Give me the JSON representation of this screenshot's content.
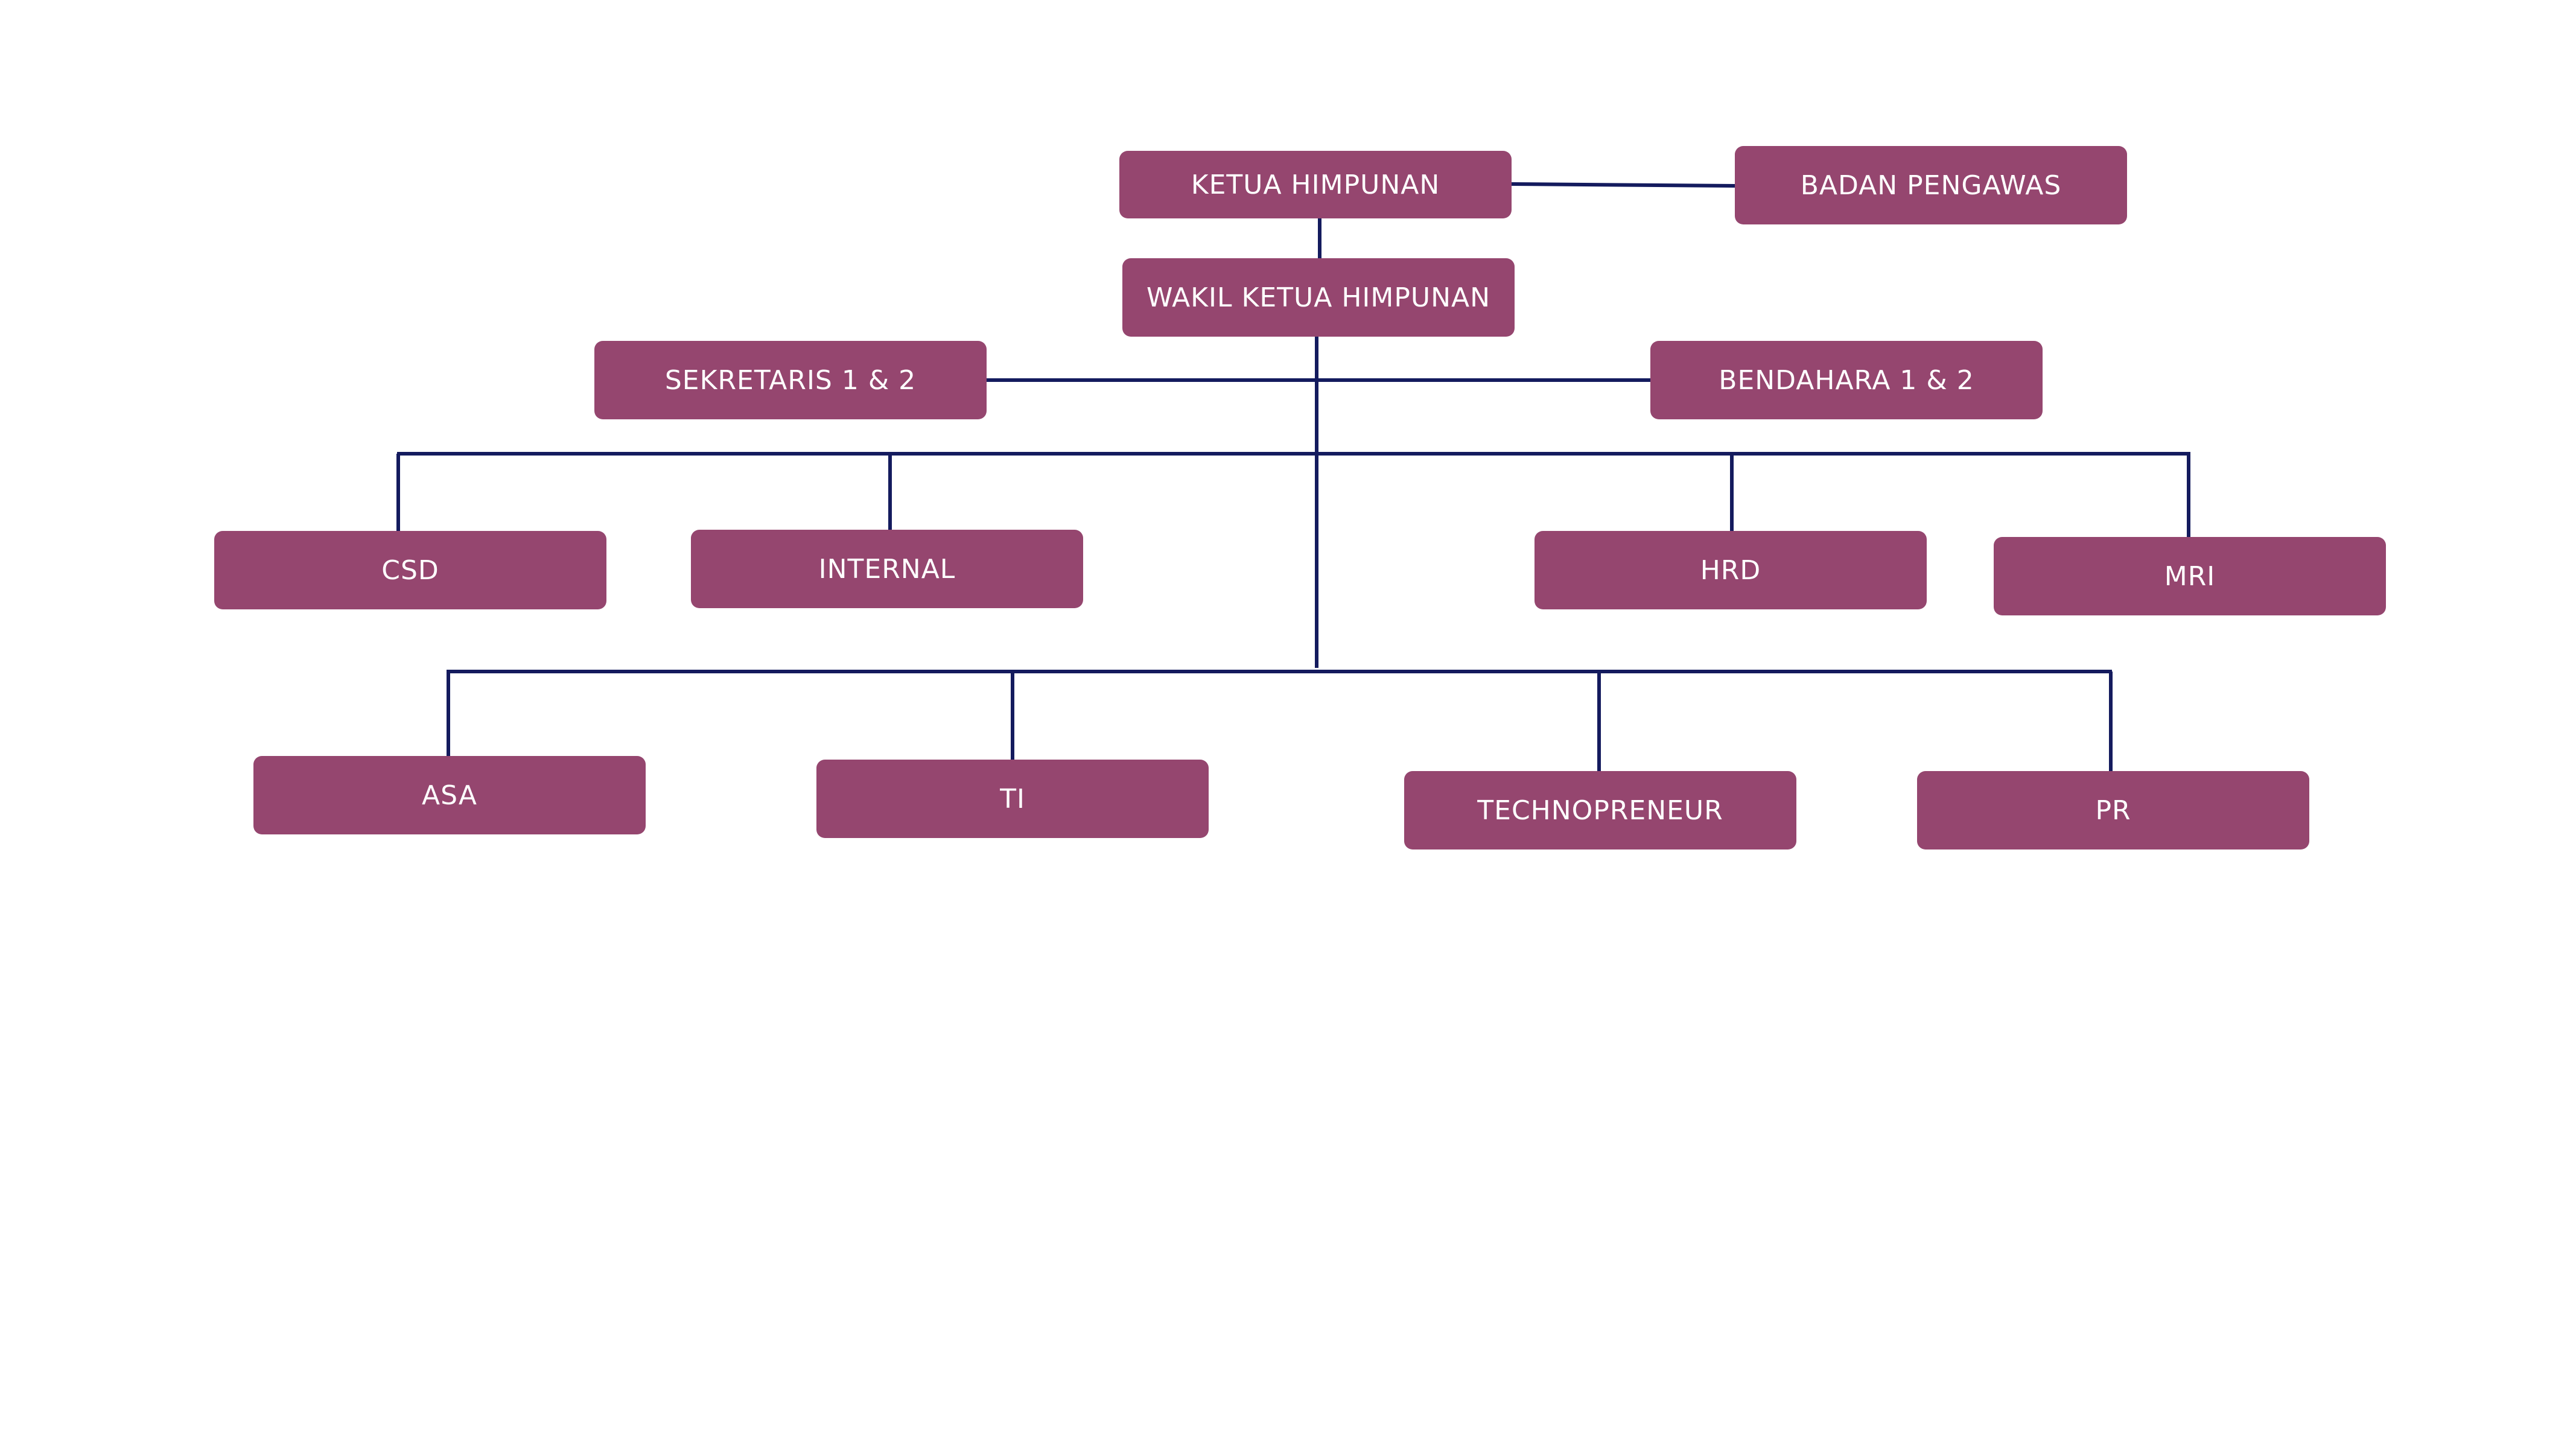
{
  "colors": {
    "box": "#95466f",
    "box_text": "#ffffff",
    "connector": "#141b5e",
    "background": "#ffffff"
  },
  "nodes": {
    "ketua": "KETUA HIMPUNAN",
    "badan_pengawas": "BADAN PENGAWAS",
    "wakil": "WAKIL KETUA HIMPUNAN",
    "sekretaris": "SEKRETARIS 1 & 2",
    "bendahara": "BENDAHARA 1 & 2",
    "csd": "CSD",
    "internal": "INTERNAL",
    "hrd": "HRD",
    "mri": "MRI",
    "asa": "ASA",
    "ti": "TI",
    "technopreneur": "TECHNOPRENEUR",
    "pr": "PR"
  }
}
